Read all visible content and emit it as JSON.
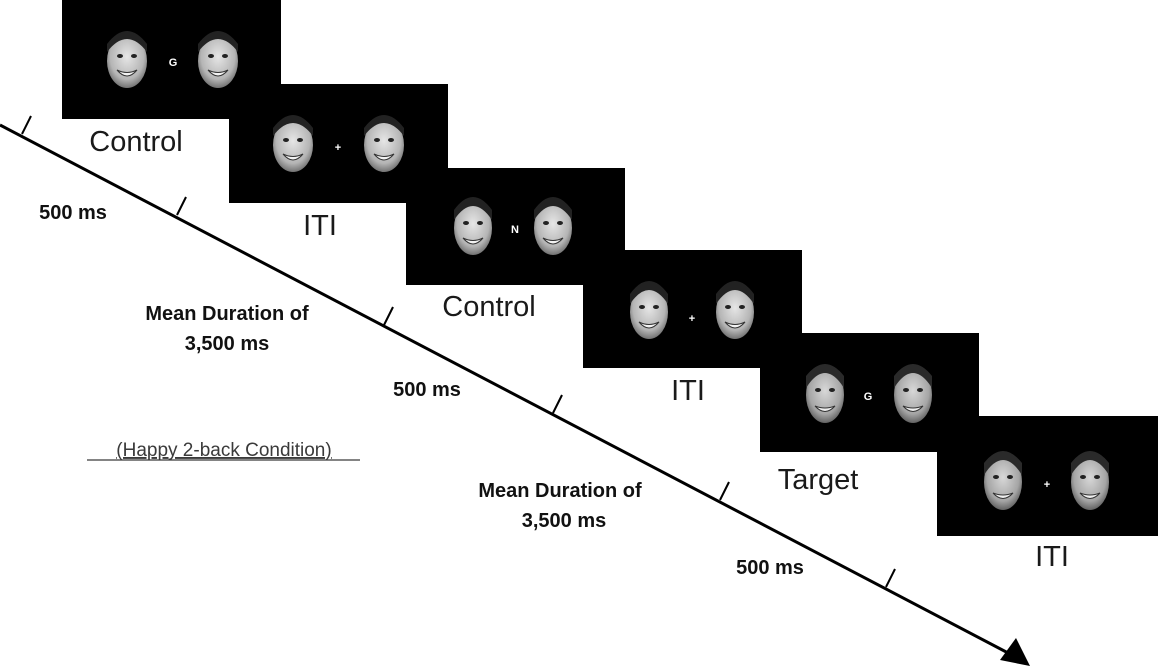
{
  "panels": [
    {
      "label": "Control",
      "center_symbol": "G",
      "face_style": "smiling"
    },
    {
      "label": "ITI",
      "center_symbol": "+",
      "face_style": "smiling"
    },
    {
      "label": "Control",
      "center_symbol": "N",
      "face_style": "smiling"
    },
    {
      "label": "ITI",
      "center_symbol": "+",
      "face_style": "smiling"
    },
    {
      "label": "Target",
      "center_symbol": "G",
      "face_style": "smiling-alt"
    },
    {
      "label": "ITI",
      "center_symbol": "+",
      "face_style": "smiling-alt"
    }
  ],
  "timing_labels": {
    "t1": "500 ms",
    "t2_line1": "Mean Duration of",
    "t2_line2": "3,500 ms",
    "t3": "500 ms",
    "t4_line1": "Mean Duration of",
    "t4_line2": "3,500 ms",
    "t5": "500 ms"
  },
  "condition_label": "(Happy 2-back Condition)",
  "colors": {
    "panel_background": "#000000",
    "face_fill": "#c9c9c9",
    "line_color": "#000000"
  }
}
